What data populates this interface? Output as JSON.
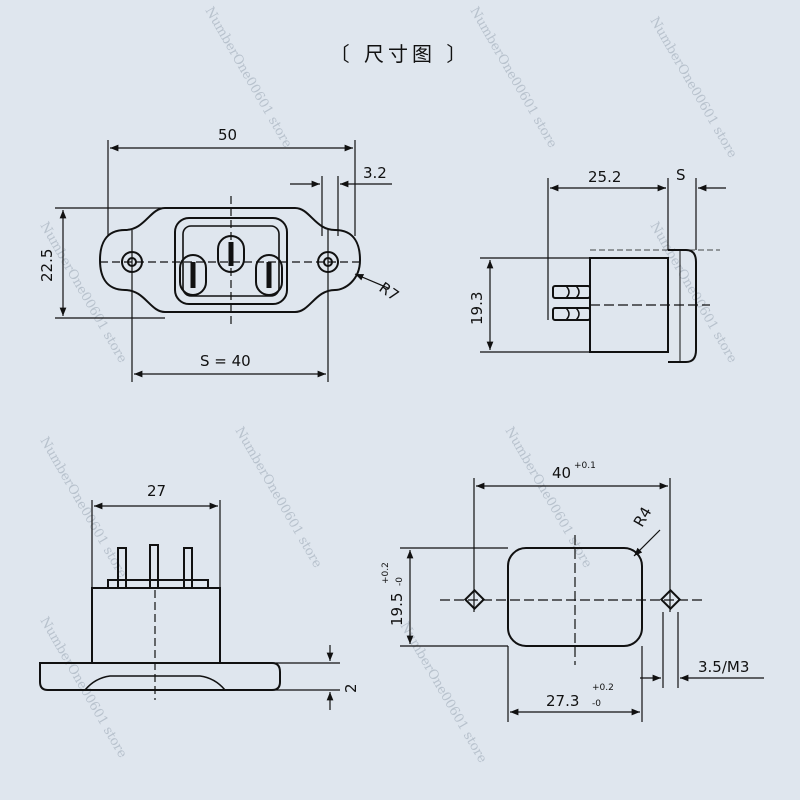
{
  "title": "〔 尺寸图 〕",
  "watermark": "NumberOne00601 store",
  "views": {
    "front": {
      "width": "50",
      "offset": "3.2",
      "height": "22.5",
      "radius": "R7",
      "spacing": "S = 40"
    },
    "side": {
      "depth": "25.2",
      "flange": "S",
      "height": "19.3"
    },
    "bottom": {
      "width": "27",
      "thickness": "2"
    },
    "cutout": {
      "width": "40",
      "width_tol": "+0.1",
      "radius": "R4",
      "height": "19.5",
      "height_tol_top": "+0.2",
      "height_tol_bottom": "-0",
      "inner": "27.3",
      "inner_tol_top": "+0.2",
      "inner_tol_bottom": "-0",
      "hole": "3.5/M3"
    }
  },
  "colors": {
    "background": "#dfe6ee",
    "line": "#111111"
  }
}
